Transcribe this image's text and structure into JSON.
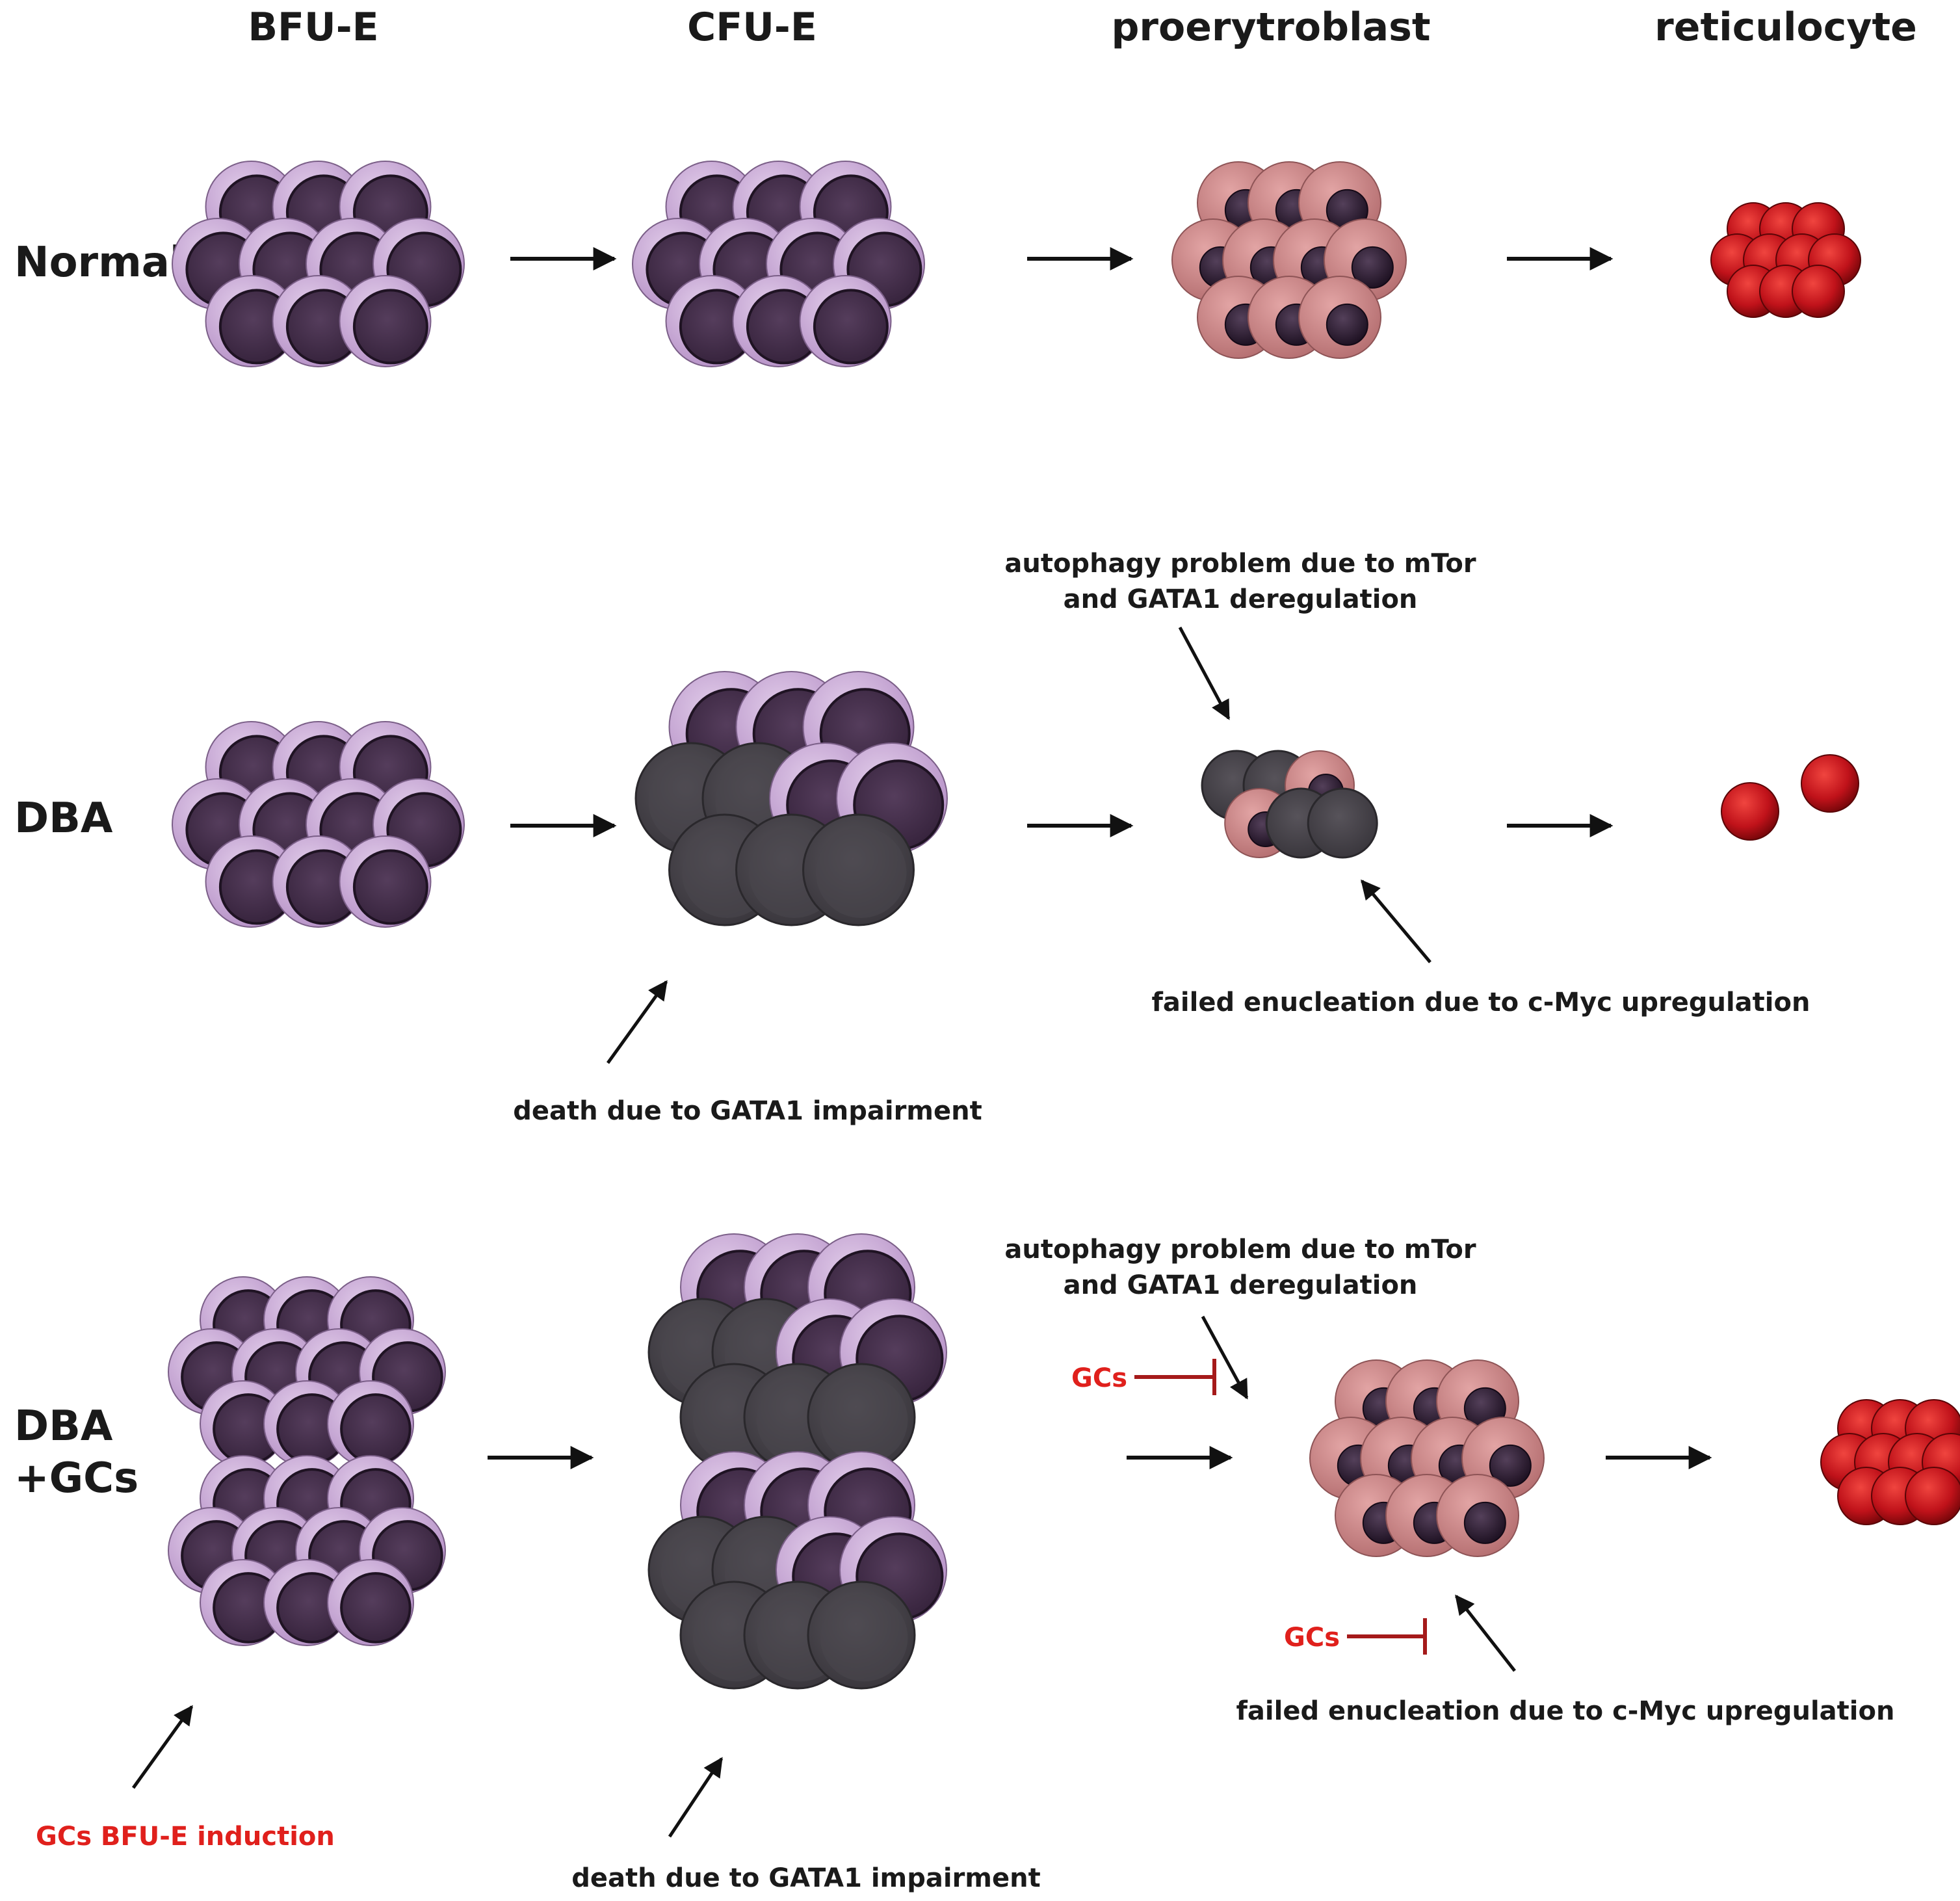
{
  "columns": [
    "BFU-E",
    "CFU-E",
    "proerytroblast",
    "reticulocyte"
  ],
  "rows": [
    {
      "label": "Normal"
    },
    {
      "label": "DBA"
    },
    {
      "label_line1": "DBA",
      "label_line2": "+GCs"
    }
  ],
  "annotations": {
    "dba_autophagy_line1": "autophagy problem due to mTor",
    "dba_autophagy_line2": "and GATA1 deregulation",
    "dba_enucleation": "failed enucleation due to c-Myc upregulation",
    "dba_death": "death due to GATA1 impairment",
    "gcs_autophagy_line1": "autophagy problem due to mTor",
    "gcs_autophagy_line2": "and GATA1 deregulation",
    "gcs_enucleation": "failed enucleation due to c-Myc upregulation",
    "gcs_death": "death due to GATA1 impairment",
    "gcs_induction": "GCs BFU-E induction",
    "gcs_inhibitor_top": "GCs",
    "gcs_inhibitor_bottom": "GCs"
  },
  "colors": {
    "progenitor_rim": "#c8a6d8",
    "progenitor_body": "#4a3350",
    "dead_cell": "#47434a",
    "proerythroblast_cytoplasm": "#c98686",
    "proerythroblast_nucleus": "#2e1d33",
    "reticulocyte": "#c0121a",
    "inhibition": "#a51a1a",
    "highlight_text": "#e0201c"
  }
}
